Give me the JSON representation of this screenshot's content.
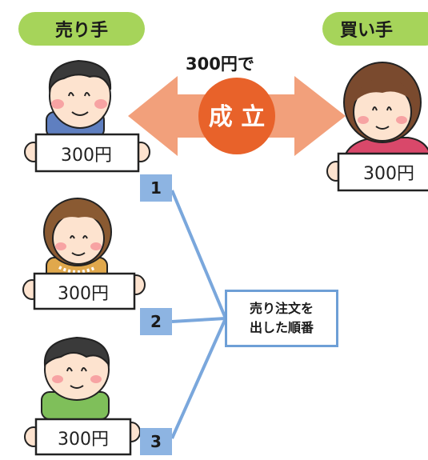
{
  "labels": {
    "seller": "売り手",
    "buyer": "買い手",
    "price": "300円で",
    "deal": "成 立"
  },
  "cards": {
    "seller1": "300円",
    "seller2": "300円",
    "seller3": "300円",
    "buyer": "300円"
  },
  "order_numbers": [
    "1",
    "2",
    "3"
  ],
  "order_box": {
    "line1": "売り注文を",
    "line2": "出した順番"
  },
  "colors": {
    "pill": "#a6d45a",
    "arrow": "#f2a07b",
    "deal_circle": "#e8622a",
    "number_box": "#8db4e2",
    "connector": "#6e9fd6"
  }
}
